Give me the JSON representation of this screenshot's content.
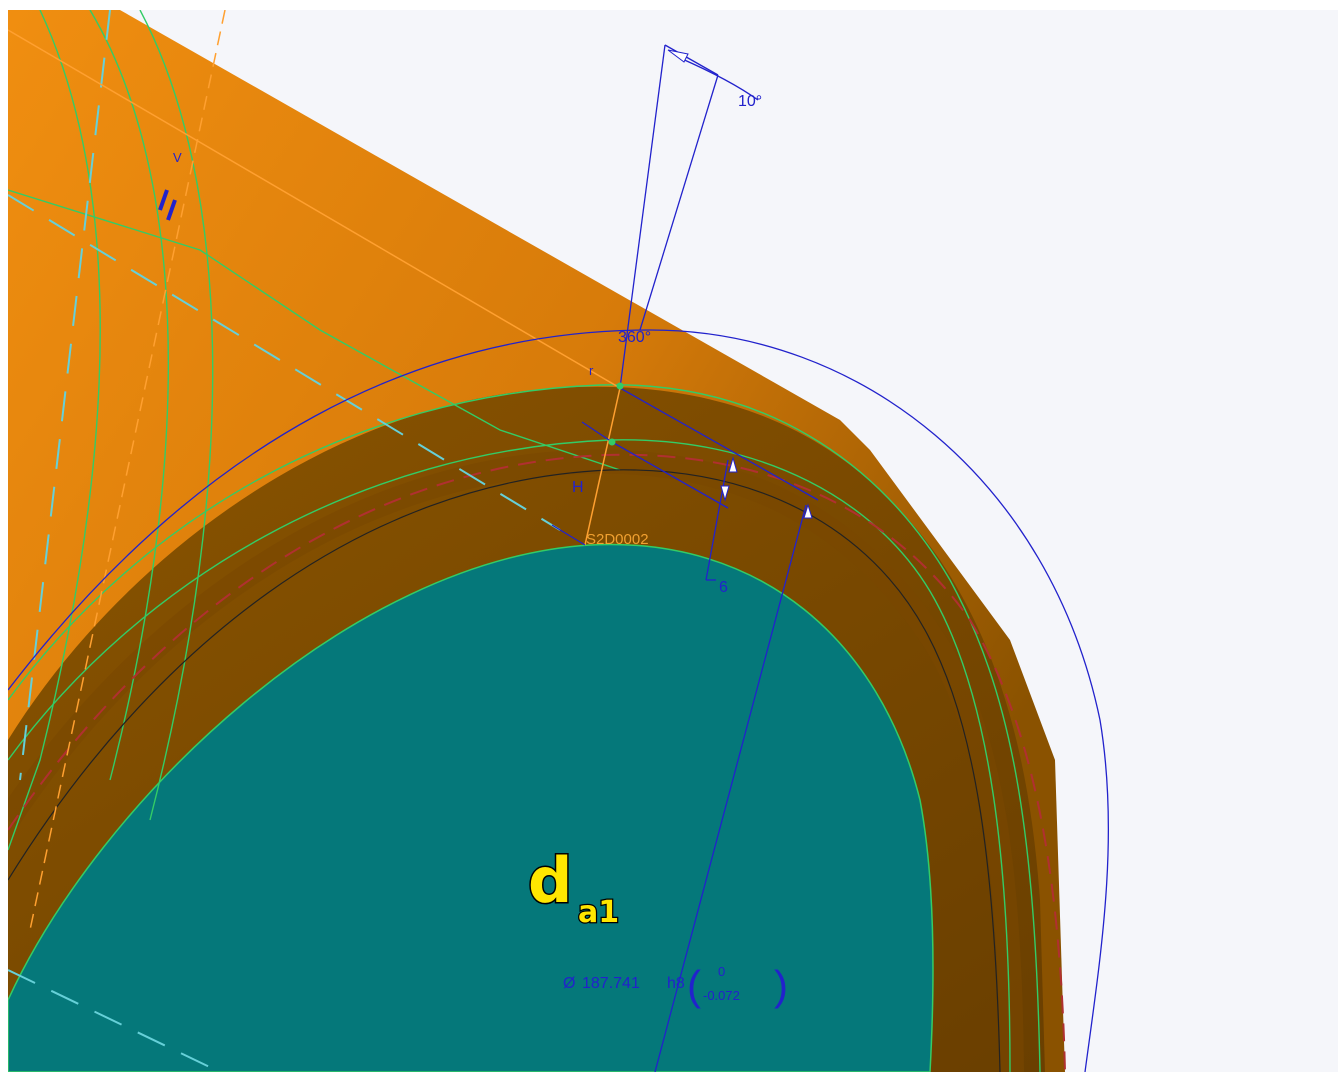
{
  "scene": {
    "description_labels": {
      "angle_label": "10°",
      "full_angle_label": "360°",
      "offset_label": "6",
      "reference_label": "S2D0002",
      "axis_v": "V",
      "axis_h": "H",
      "axis_r": "r"
    },
    "callout": {
      "symbol": "d",
      "subscript": "a1"
    },
    "diameter_dimension": {
      "symbol": "Ø",
      "value": "187.741",
      "fit": "h8",
      "upper_tolerance": "0",
      "lower_tolerance": "-0.072"
    },
    "colors": {
      "background": "#f5f6fa",
      "body_orange": "#e98a10",
      "body_shade": "#8a5200",
      "ring_brown": "#6e4200",
      "bore_teal": "#05787a",
      "construction_green": "#33cc66",
      "dimension_blue": "#2222cc",
      "axis_orange": "#ff9a1a",
      "dashed_red": "#b03030",
      "dashed_cyan": "#66d0d8",
      "callout_yellow": "#ffe600"
    }
  }
}
